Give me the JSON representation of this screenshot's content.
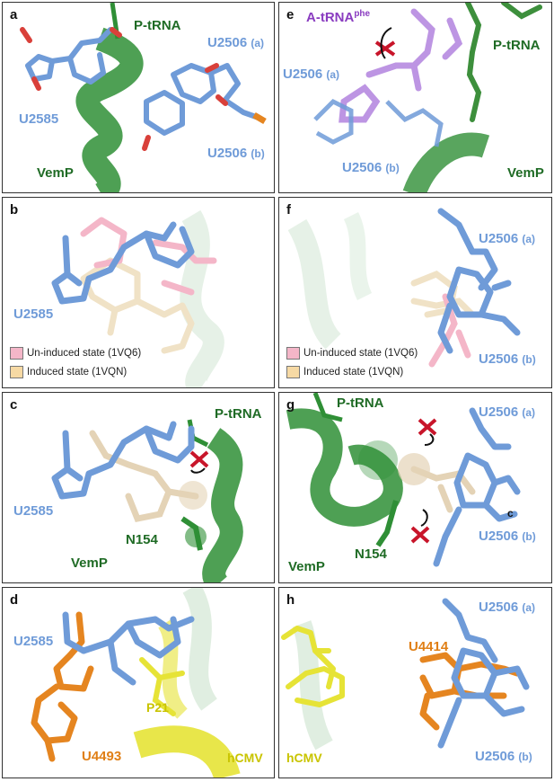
{
  "colors": {
    "helix_green": "#2f8f36",
    "rna_blue": "#6f9bd8",
    "tan": "#e4d3b6",
    "pink": "#e9aebf",
    "orange": "#e58520",
    "yellow": "#e6e336",
    "purple": "#a773d6",
    "oxygen_red": "#d9403a",
    "clash_red": "#c8152a"
  },
  "panels": {
    "a": {
      "letter": "a",
      "p_trna": "P-tRNA",
      "u2506a": "U2506",
      "u2506a_sfx": "(a)",
      "u2585": "U2585",
      "u2506b": "U2506",
      "u2506b_sfx": "(b)",
      "vemp": "VemP"
    },
    "b": {
      "letter": "b",
      "u2585": "U2585",
      "legend": [
        {
          "label": "Un-induced state (1VQ6)",
          "color": "#f4b6c8"
        },
        {
          "label": "Induced state (1VQN)",
          "color": "#f6d9a4"
        }
      ]
    },
    "c": {
      "letter": "c",
      "p_trna": "P-tRNA",
      "u2585": "U2585",
      "n154": "N154",
      "vemp": "VemP"
    },
    "d": {
      "letter": "d",
      "u2585": "U2585",
      "p21": "P21",
      "u4493": "U4493",
      "hcmv": "hCMV"
    },
    "e": {
      "letter": "e",
      "atrna": "A-tRNA",
      "atrna_sup": "phe",
      "p_trna": "P-tRNA",
      "u2506a": "U2506",
      "u2506a_sfx": "(a)",
      "u2506b": "U2506",
      "u2506b_sfx": "(b)",
      "vemp": "VemP"
    },
    "f": {
      "letter": "f",
      "u2506a": "U2506",
      "u2506a_sfx": "(a)",
      "u2506b": "U2506",
      "u2506b_sfx": "(b)",
      "legend": [
        {
          "label": "Un-induced state (1VQ6)",
          "color": "#f4b6c8"
        },
        {
          "label": "Induced state (1VQN)",
          "color": "#f6d9a4"
        }
      ]
    },
    "g": {
      "letter": "g",
      "p_trna": "P-tRNA",
      "u2506a": "U2506",
      "u2506a_sfx": "(a)",
      "u2506b": "U2506",
      "u2506b_sfx": "(b)",
      "c_label": "c",
      "n154": "N154",
      "vemp": "VemP"
    },
    "h": {
      "letter": "h",
      "u2506a": "U2506",
      "u2506a_sfx": "(a)",
      "u4414": "U4414",
      "u2506b": "U2506",
      "u2506b_sfx": "(b)",
      "hcmv": "hCMV"
    }
  }
}
